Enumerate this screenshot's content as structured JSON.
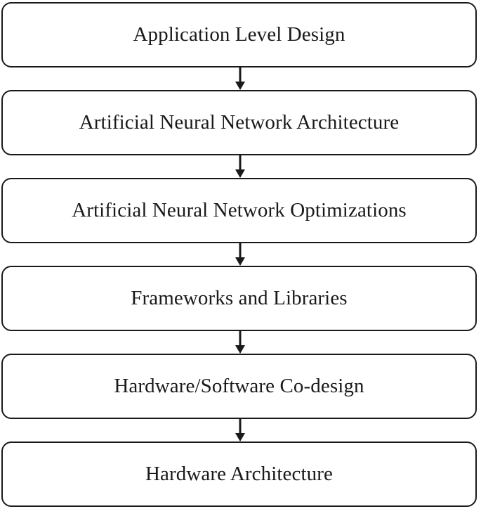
{
  "diagram": {
    "steps": [
      {
        "label": "Application Level Design"
      },
      {
        "label": "Artificial Neural Network Architecture"
      },
      {
        "label": "Artificial Neural Network Optimizations"
      },
      {
        "label": "Frameworks and Libraries"
      },
      {
        "label": "Hardware/Software Co-design"
      },
      {
        "label": "Hardware Architecture"
      }
    ],
    "colors": {
      "stroke": "#1a1a1a",
      "background": "#ffffff"
    }
  }
}
